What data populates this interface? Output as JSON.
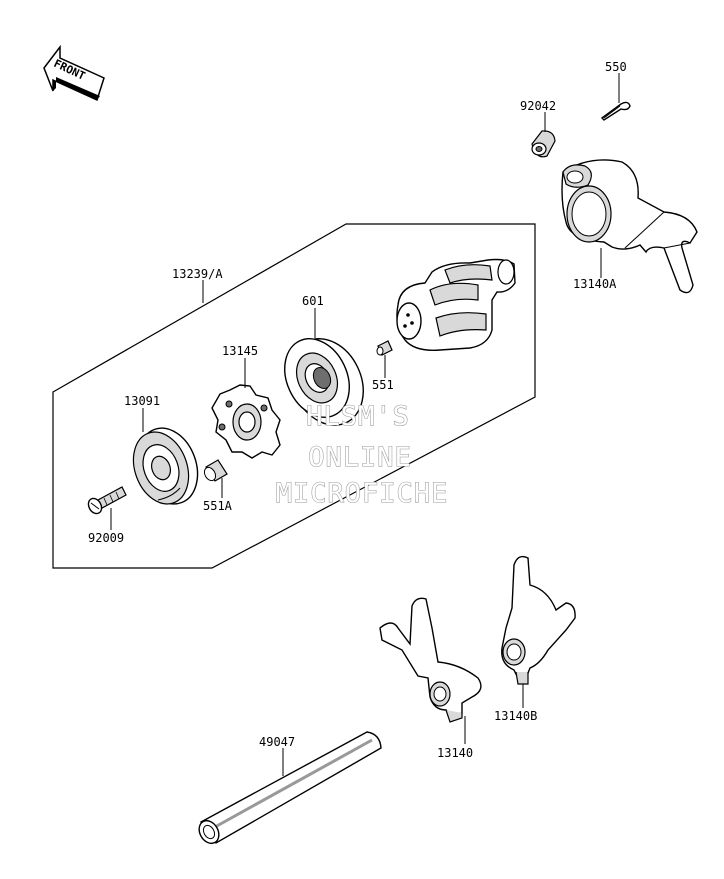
{
  "front_indicator": "FRONT",
  "watermark": {
    "line1": "HLSM'S",
    "line2": "ONLINE",
    "line3": "MICROFICHE"
  },
  "parts": {
    "p550": "550",
    "p92042": "92042",
    "p13140A": "13140A",
    "p13239A": "13239/A",
    "p601": "601",
    "p13145": "13145",
    "p13091": "13091",
    "p551": "551",
    "p551A": "551A",
    "p92009": "92009",
    "p49047": "49047",
    "p13140": "13140",
    "p13140B": "13140B"
  }
}
